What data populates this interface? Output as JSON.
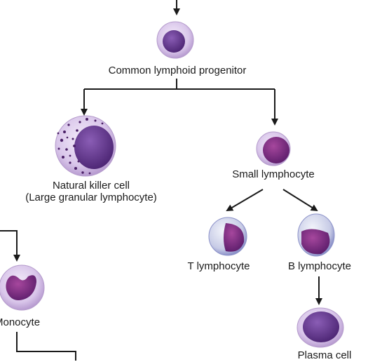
{
  "diagram": {
    "common_lymphoid_progenitor": "Common lymphoid progenitor",
    "nk_cell_line1": "Natural killer cell",
    "nk_cell_line2": "(Large granular lymphocyte)",
    "small_lymphocyte": "Small lymphocyte",
    "t_lymphocyte": "T lymphocyte",
    "b_lymphocyte": "B lymphocyte",
    "monocyte": "Monocyte",
    "plasma_cell": "Plasma cell"
  },
  "colors": {
    "line": "#1a1a1a",
    "membrane": "#c9b3dc",
    "nucleus": "#5b2d86",
    "granule": "#4a1f66"
  }
}
